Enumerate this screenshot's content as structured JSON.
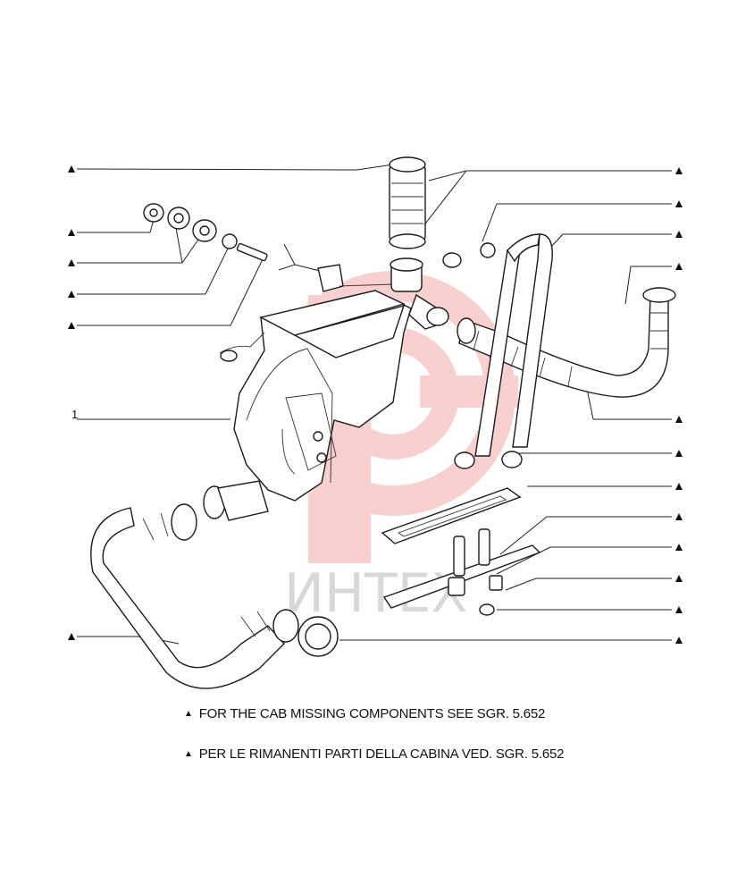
{
  "callouts": {
    "item_number": "1",
    "marker_symbol": "▲"
  },
  "notes": {
    "en": "FOR THE CAB MISSING COMPONENTS SEE SGR. 5.652",
    "it": "PER LE RIMANENTI PARTI DELLA CABINA VED. SGR. 5.652"
  },
  "watermark": {
    "text": "ИНТЕХ",
    "color": "#e03030"
  },
  "colors": {
    "line": "#111111",
    "watermark": "#e03030",
    "background": "#ffffff"
  }
}
